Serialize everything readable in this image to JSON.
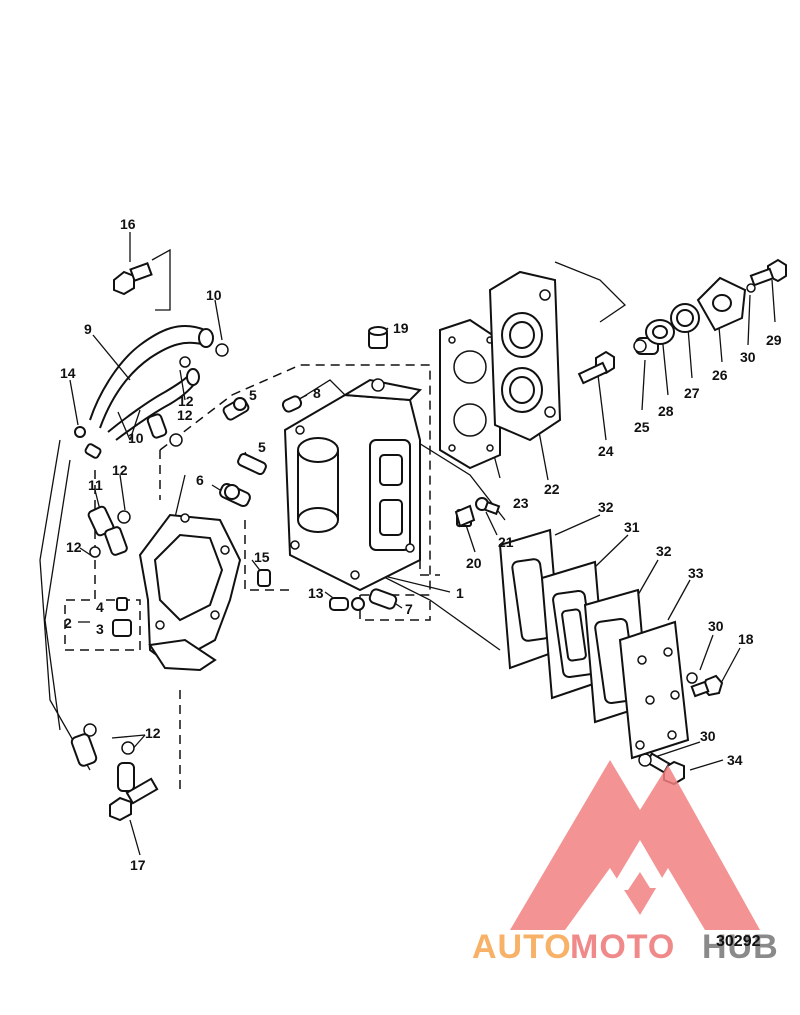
{
  "figure_number": "30292",
  "callouts": [
    "1",
    "2",
    "3",
    "4",
    "5",
    "5",
    "6",
    "7",
    "8",
    "9",
    "10",
    "10",
    "11",
    "12",
    "12",
    "12",
    "12",
    "12",
    "13",
    "14",
    "15",
    "16",
    "17",
    "18",
    "19",
    "20",
    "21",
    "22",
    "23",
    "24",
    "25",
    "26",
    "27",
    "28",
    "29",
    "30",
    "30",
    "30",
    "31",
    "32",
    "32",
    "33",
    "34"
  ],
  "watermark": {
    "part1": "AUTO",
    "part2": "MOTO",
    "part3": "HUB",
    "color_part1": "#f7b267",
    "color_part2": "#f08a8a",
    "color_part3": "#8a8a8a",
    "logo_color": "#f28080"
  }
}
